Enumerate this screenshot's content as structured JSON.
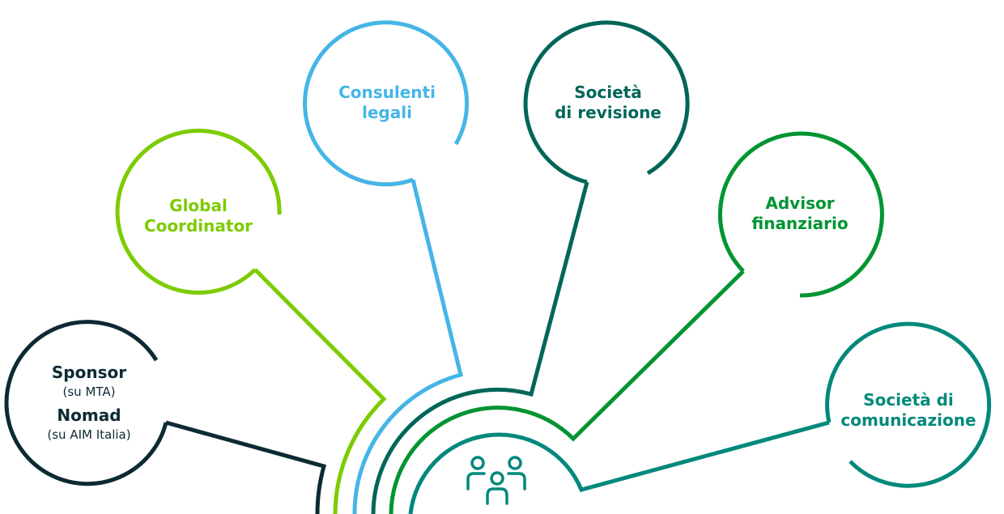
{
  "colors": {
    "sponsor": "#0d2a33",
    "global": "#7ccc00",
    "legali": "#45b5e5",
    "revisione": "#006658",
    "advisor": "#009432",
    "comunicazione": "#00897b"
  },
  "center_icon": "people-group-icon",
  "nodes": {
    "sponsor": {
      "title": "Sponsor",
      "title_note": "(su MTA)",
      "title2": "Nomad",
      "title2_note": "(su AIM Italia)"
    },
    "global": {
      "line1": "Global",
      "line2": "Coordinator"
    },
    "legali": {
      "line1": "Consulenti",
      "line2": "legali"
    },
    "revisione": {
      "line1": "Società",
      "line2": "di revisione"
    },
    "advisor": {
      "line1": "Advisor",
      "line2": "finanziario"
    },
    "comunicazione": {
      "line1": "Società di",
      "line2": "comunicazione"
    }
  }
}
